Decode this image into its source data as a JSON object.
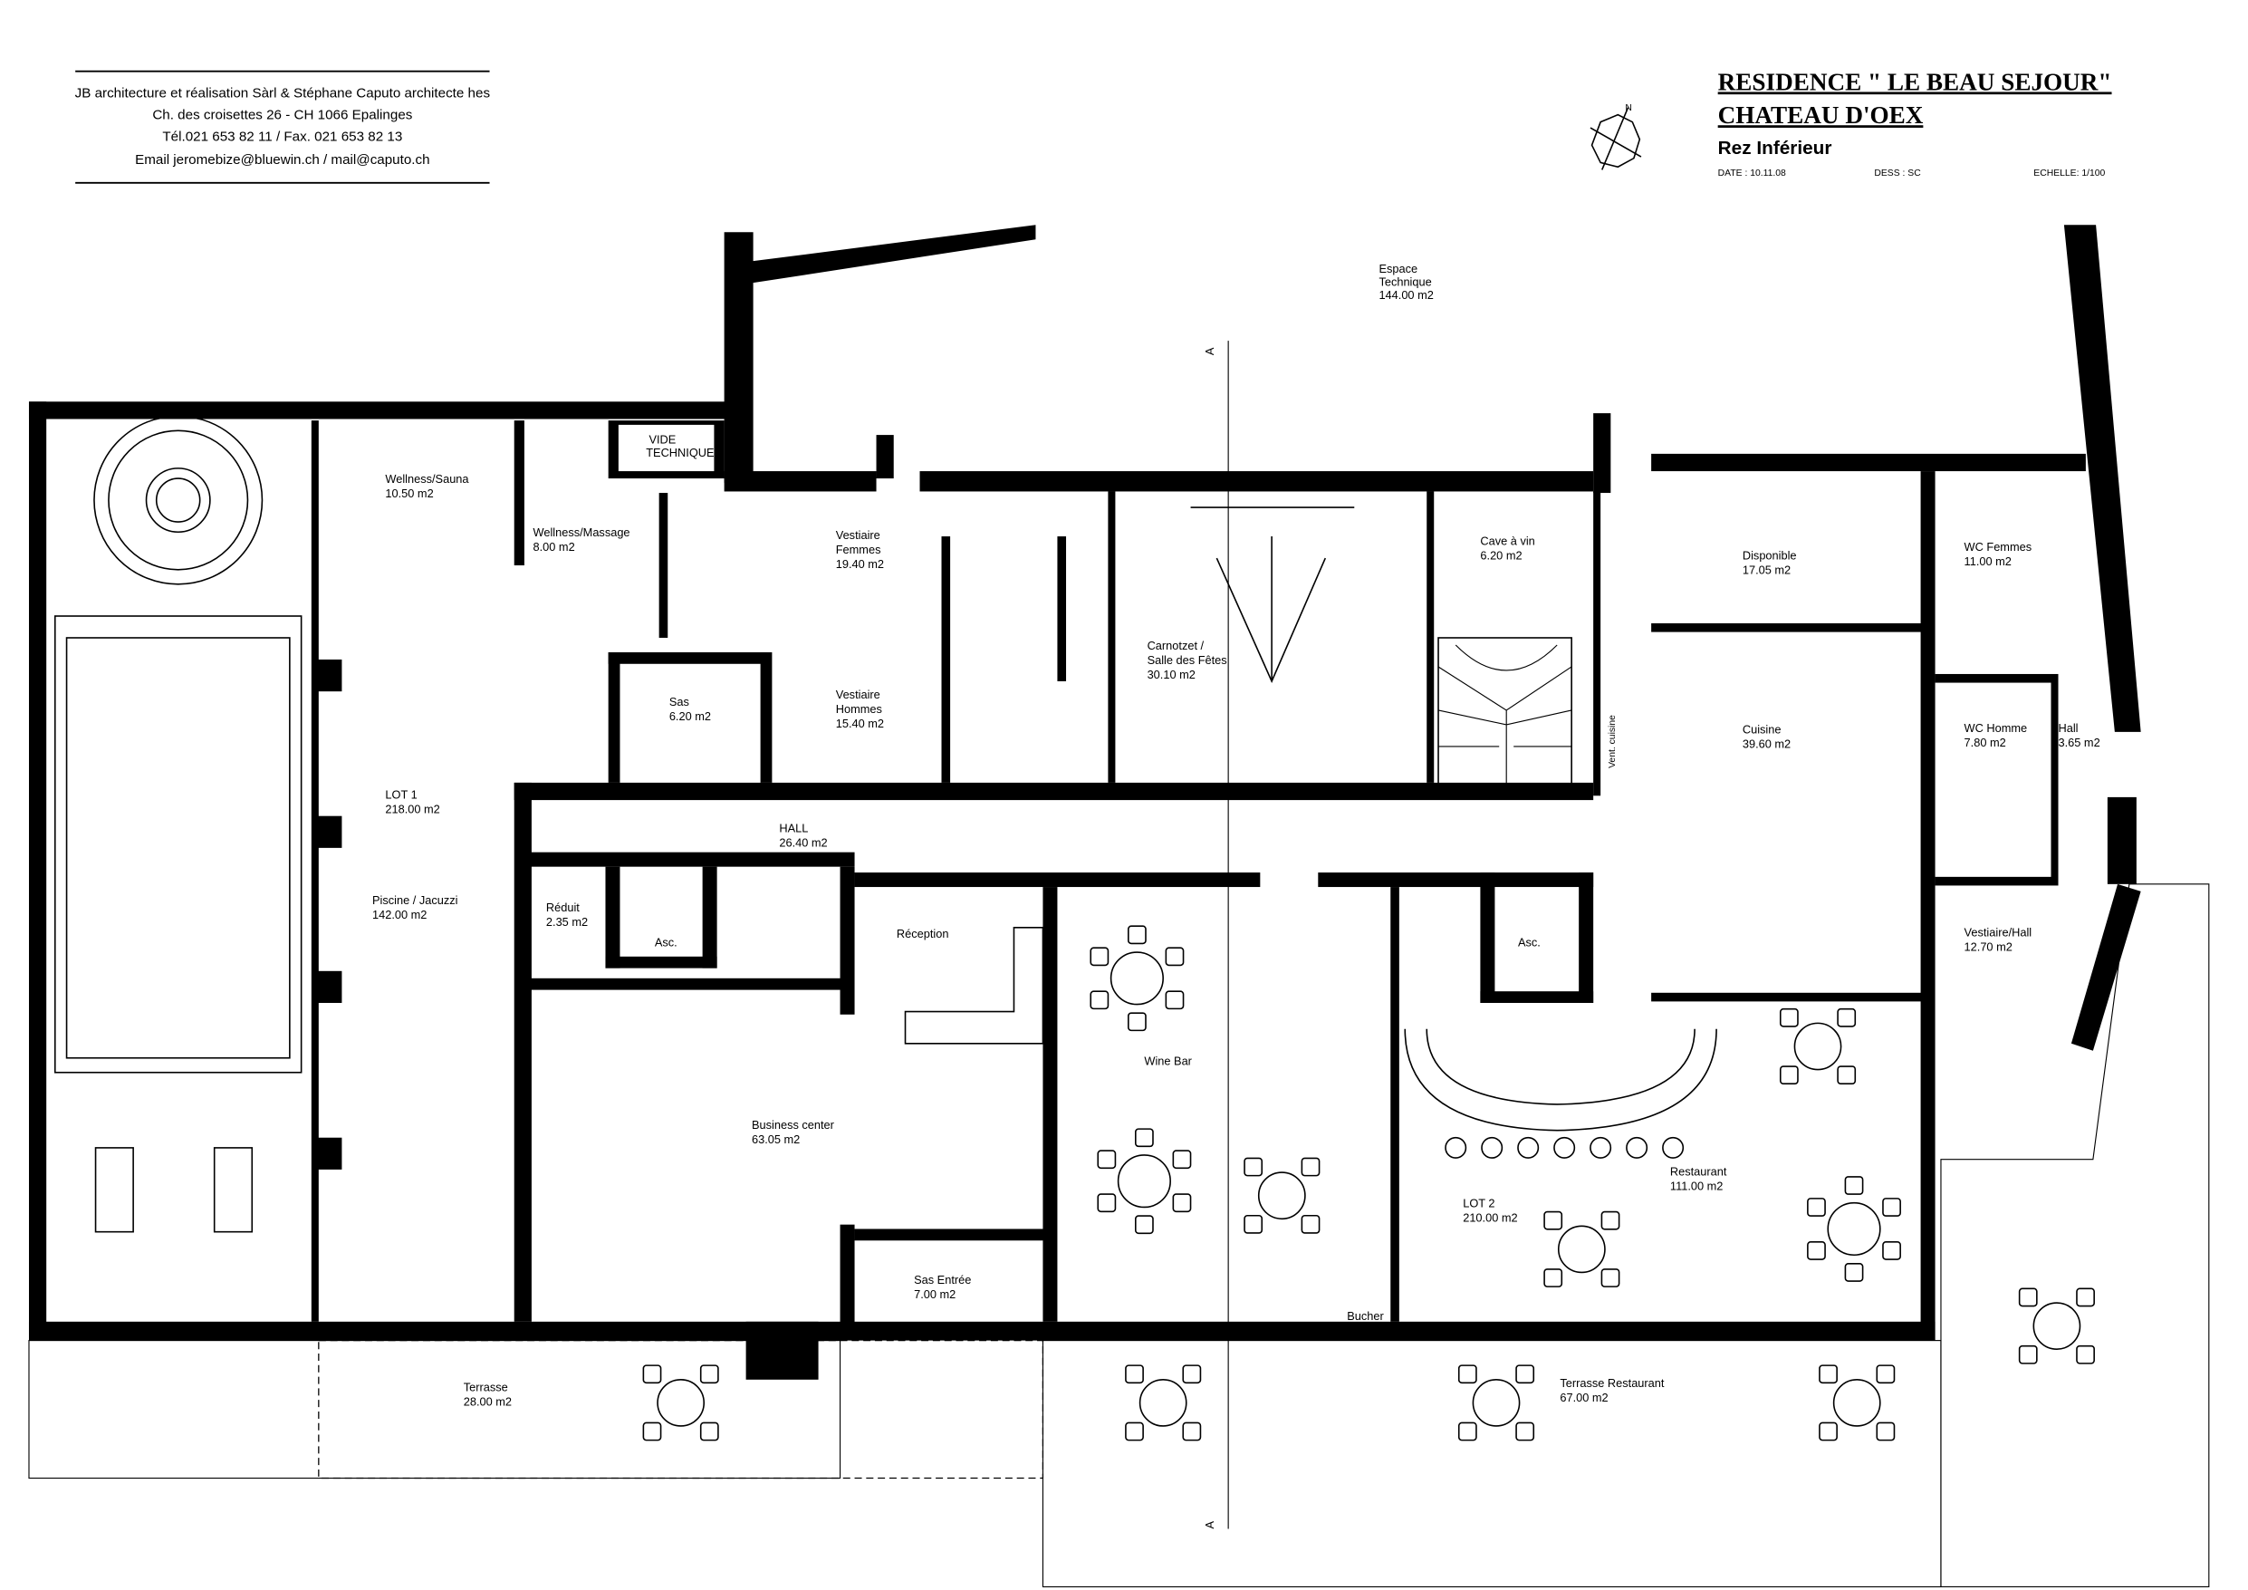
{
  "office": {
    "line1": "JB architecture et réalisation Sàrl & Stéphane Caputo architecte hes",
    "line2": "Ch. des croisettes 26 - CH 1066 Epalinges",
    "line3": "Tél.021 653 82 11 / Fax. 021 653 82 13",
    "line4": "Email jeromebize@bluewin.ch / mail@caputo.ch"
  },
  "title": {
    "project": "RESIDENCE \" LE BEAU SEJOUR\"",
    "place": "CHATEAU D'OEX",
    "level": "Rez Inférieur",
    "date": "DATE : 10.11.08",
    "drawn_by": "DESS : SC",
    "scale": "ECHELLE: 1/100",
    "north": "N"
  },
  "section_marker": "A",
  "rooms": {
    "espace_technique": {
      "name1": "Espace",
      "name2": "Technique",
      "area": "144.00 m2"
    },
    "wellness_sauna": {
      "name": "Wellness/Sauna",
      "area": "10.50 m2"
    },
    "wellness_massage": {
      "name": "Wellness/Massage",
      "area": "8.00 m2"
    },
    "vide_technique": {
      "name1": "VIDE",
      "name2": "TECHNIQUE"
    },
    "vestiaire_femmes": {
      "name1": "Vestiaire",
      "name2": "Femmes",
      "area": "19.40 m2"
    },
    "sas": {
      "name": "Sas",
      "area": "6.20 m2"
    },
    "vestiaire_hommes": {
      "name1": "Vestiaire",
      "name2": "Hommes",
      "area": "15.40 m2"
    },
    "carnotzet": {
      "name1": "Carnotzet /",
      "name2": "Salle des Fêtes",
      "area": "30.10 m2"
    },
    "cave_a_vin": {
      "name": "Cave à vin",
      "area": "6.20 m2"
    },
    "disponible": {
      "name": "Disponible",
      "area": "17.05 m2"
    },
    "wc_femmes": {
      "name": "WC Femmes",
      "area": "11.00 m2"
    },
    "cuisine": {
      "name": "Cuisine",
      "area": "39.60 m2"
    },
    "vent_cuisine": {
      "name": "Vent. cuisine"
    },
    "wc_homme": {
      "name": "WC Homme",
      "area": "7.80 m2"
    },
    "hall_small": {
      "name": "Hall",
      "area": "3.65 m2"
    },
    "lot1": {
      "name": "LOT 1",
      "area": "218.00 m2"
    },
    "hall": {
      "name": "HALL",
      "area": "26.40 m2"
    },
    "piscine": {
      "name": "Piscine / Jacuzzi",
      "area": "142.00 m2"
    },
    "reduit": {
      "name": "Réduit",
      "area": "2.35 m2"
    },
    "asc": {
      "name": "Asc."
    },
    "reception": {
      "name": "Réception"
    },
    "vestiaire_hall": {
      "name": "Vestiaire/Hall",
      "area": "12.70 m2"
    },
    "wine_bar": {
      "name": "Wine Bar"
    },
    "business_center": {
      "name": "Business center",
      "area": "63.05 m2"
    },
    "restaurant": {
      "name": "Restaurant",
      "area": "111.00 m2"
    },
    "lot2": {
      "name": "LOT 2",
      "area": "210.00 m2"
    },
    "sas_entree": {
      "name": "Sas Entrée",
      "area": "7.00 m2"
    },
    "bucher": {
      "name": "Bucher"
    },
    "terrasse": {
      "name": "Terrasse",
      "area": "28.00 m2"
    },
    "terrasse_restaurant": {
      "name": "Terrasse Restaurant",
      "area": "67.00 m2"
    }
  }
}
